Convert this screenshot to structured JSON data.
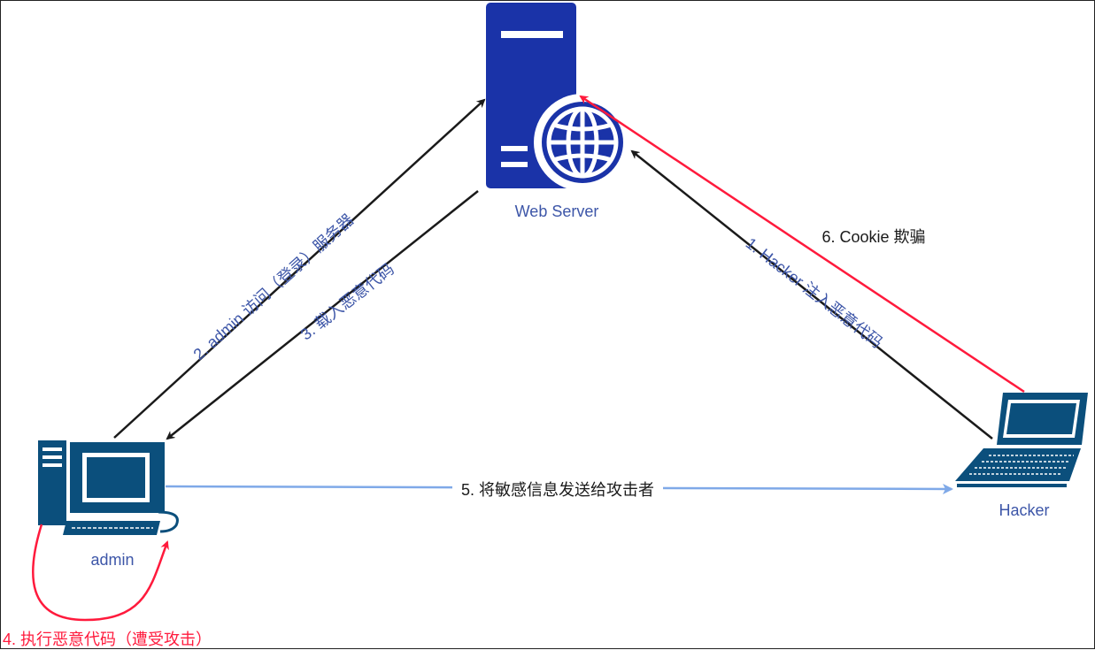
{
  "nodes": {
    "web_server": {
      "label": "Web Server",
      "icon": "server-globe-icon"
    },
    "admin": {
      "label": "admin",
      "icon": "desktop-computer-icon"
    },
    "hacker": {
      "label": "Hacker",
      "icon": "laptop-icon"
    }
  },
  "edges": {
    "step1": "1. Hacker 注入恶意代码",
    "step2": "2. admin 访问（登录）服务器",
    "step3": "3. 载入恶意代码",
    "step4": "4. 执行恶意代码（遭受攻击）",
    "step5": "5. 将敏感信息发送给攻击者",
    "step6": "6. Cookie 欺骗"
  },
  "colors": {
    "icon_fill": "#0b4f7c",
    "server_fill": "#1a33a8",
    "label_blue": "#3d56a8",
    "arrow_black": "#1a1a1a",
    "arrow_red": "#ff1a3c",
    "arrow_lightblue": "#7fa9e8"
  }
}
